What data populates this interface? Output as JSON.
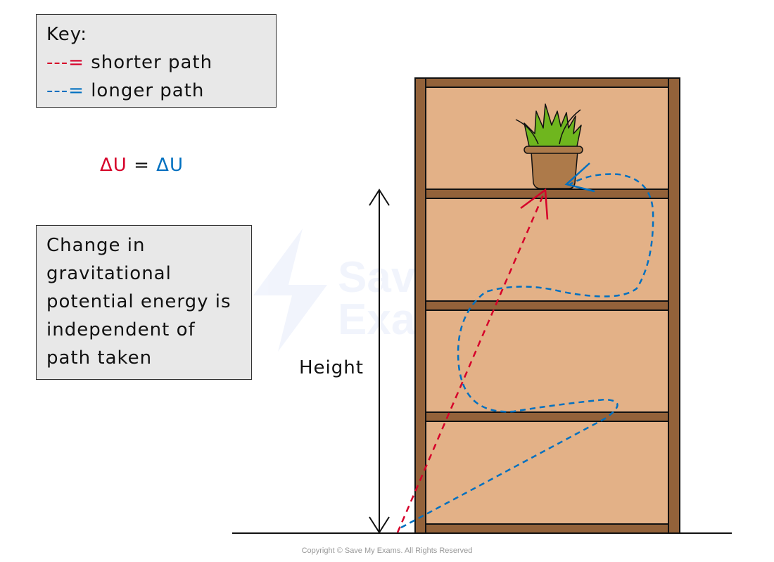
{
  "key": {
    "title": "Key:",
    "items": [
      {
        "symbol": "---=",
        "label": "shorter path",
        "color": "#d6002a"
      },
      {
        "symbol": "---=",
        "label": "longer path",
        "color": "#0070c0"
      }
    ]
  },
  "equation": {
    "left": "ΔU",
    "equals": "=",
    "right": "ΔU"
  },
  "note": "Change in gravitational potential energy is independent of path taken",
  "height_label": "Height",
  "watermark": "Save My Exams",
  "copyright": "Copyright © Save My Exams. All Rights Reserved",
  "colors": {
    "wood": "#93623a",
    "shelf_back": "#e3b187",
    "pot": "#ad7a4a",
    "leaves": "#6fb61e",
    "red": "#d6002a",
    "blue": "#0070c0"
  }
}
